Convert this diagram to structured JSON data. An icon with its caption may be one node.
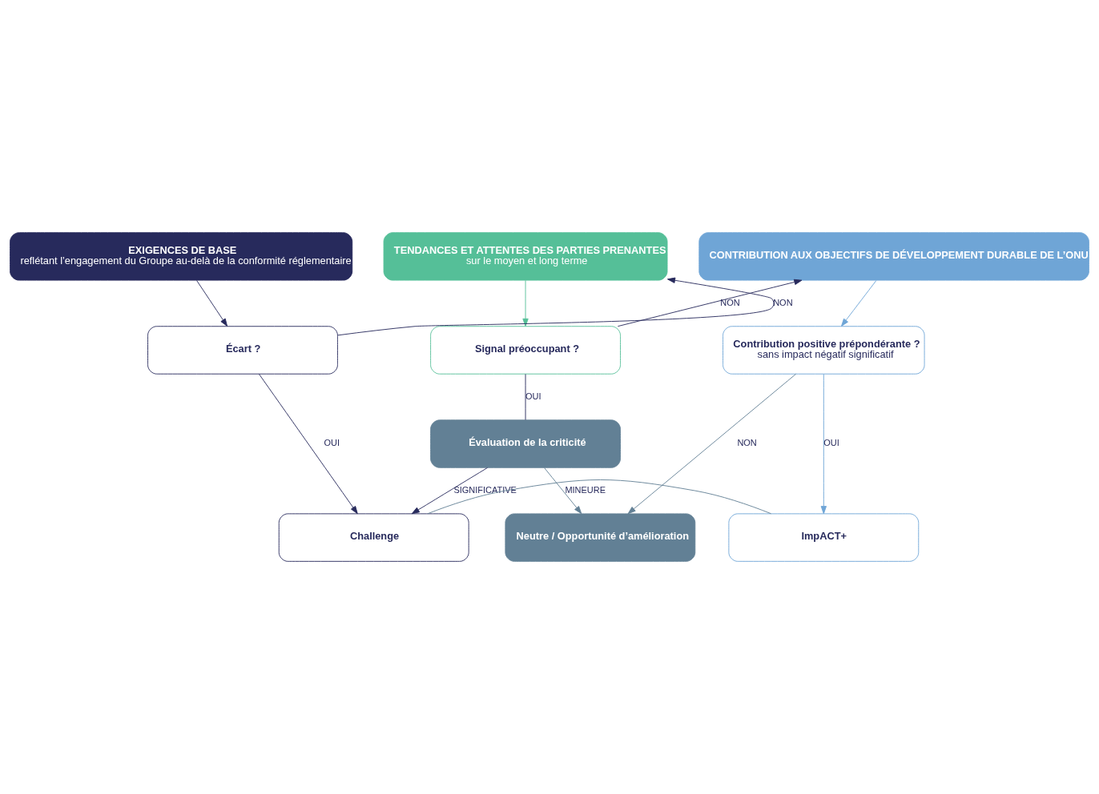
{
  "diagram": {
    "nodes": [
      {
        "text": [
          "EXIGENCES DE BASE",
          "reflétant l’engagement du Groupe au-delà de la conformité réglementaire"
        ]
      },
      {
        "text": [
          "TENDANCES ET ATTENTES DES PARTIES PRENANTES",
          "sur le moyen et long terme"
        ]
      },
      {
        "text": [
          "CONTRIBUTION AUX OBJECTIFS DE DÉVELOPPEMENT DURABLE DE L’ONU"
        ]
      },
      {
        "text": [
          "Écart ?"
        ]
      },
      {
        "text": [
          "Signal préoccupant ?"
        ]
      },
      {
        "text": [
          "Contribution positive prépondérante ?",
          "sans impact négatif significatif"
        ]
      },
      {
        "text": [
          "Évaluation de la criticité"
        ]
      },
      {
        "text": [
          "Neutre / Opportunité d’amélioration"
        ]
      },
      {
        "text": [
          "Challenge"
        ]
      },
      {
        "text": [
          "ImpACT+"
        ]
      }
    ],
    "edges": [
      {
        "from": 0,
        "to": 3,
        "arrow": "to"
      },
      {
        "from": 3,
        "to": 1,
        "arrow": "to",
        "label": "NON"
      },
      {
        "from": 1,
        "to": 4,
        "arrow": "to",
        "color": "#55bf98"
      },
      {
        "from": 4,
        "to": 2,
        "arrow": "to",
        "label": "NON"
      },
      {
        "from": 2,
        "to": 5,
        "arrow": "to",
        "color": "#6fa5d6"
      },
      {
        "from": 3,
        "to": 8,
        "arrow": "to",
        "label": "OUI"
      },
      {
        "from": 4,
        "to": 6,
        "arrow": "none",
        "label": "OUI"
      },
      {
        "from": 6,
        "to": 8,
        "arrow": "to",
        "label": "SIGNIFICATIVE"
      },
      {
        "from": 6,
        "to": 7,
        "arrow": "to",
        "label": "MINEURE",
        "color": "#628095"
      },
      {
        "from": 5,
        "to": 7,
        "arrow": "to",
        "label": "NON",
        "color": "#628095"
      },
      {
        "from": 5,
        "to": 9,
        "arrow": "to",
        "label": "OUI",
        "color": "#6fa5d6"
      },
      {
        "from": 8,
        "to": 9,
        "arrow": "none",
        "color": "#628095"
      }
    ]
  }
}
